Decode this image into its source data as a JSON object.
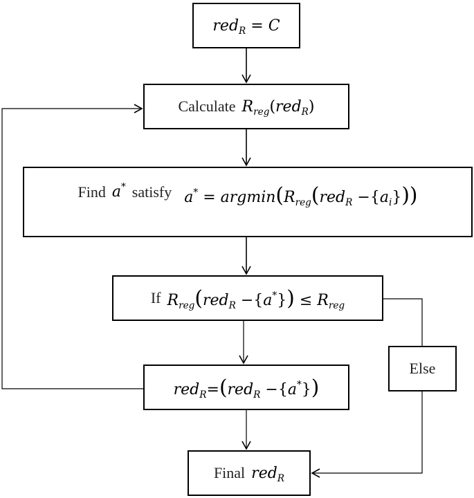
{
  "nodes": {
    "init": {
      "lhs": "red",
      "lhs_sub": "R",
      "eq": "=",
      "rhs": "C"
    },
    "calculate": {
      "word": "Calculate",
      "func": "R",
      "func_sub": "reg",
      "var": "red",
      "var_sub": "R"
    },
    "find": {
      "word": "Find",
      "a": "a",
      "star": "*",
      "satisfy": "satisfy",
      "eq": "=",
      "op": "argmin",
      "func": "R",
      "func_sub": "reg",
      "var": "red",
      "var_sub": "R",
      "minus": "−",
      "ai": "a",
      "ai_sub": "i"
    },
    "condition": {
      "word": "If",
      "func": "R",
      "func_sub": "reg",
      "var": "red",
      "var_sub": "R",
      "minus": "−",
      "a": "a",
      "star": "*",
      "leq": "≤",
      "rhs": "R",
      "rhs_sub": "reg"
    },
    "else": {
      "label": "Else"
    },
    "update": {
      "lhs": "red",
      "lhs_sub": "R",
      "eq": "=",
      "var": "red",
      "var_sub": "R",
      "minus": "−",
      "a": "a",
      "star": "*"
    },
    "final": {
      "word": "Final",
      "var": "red",
      "var_sub": "R"
    }
  }
}
